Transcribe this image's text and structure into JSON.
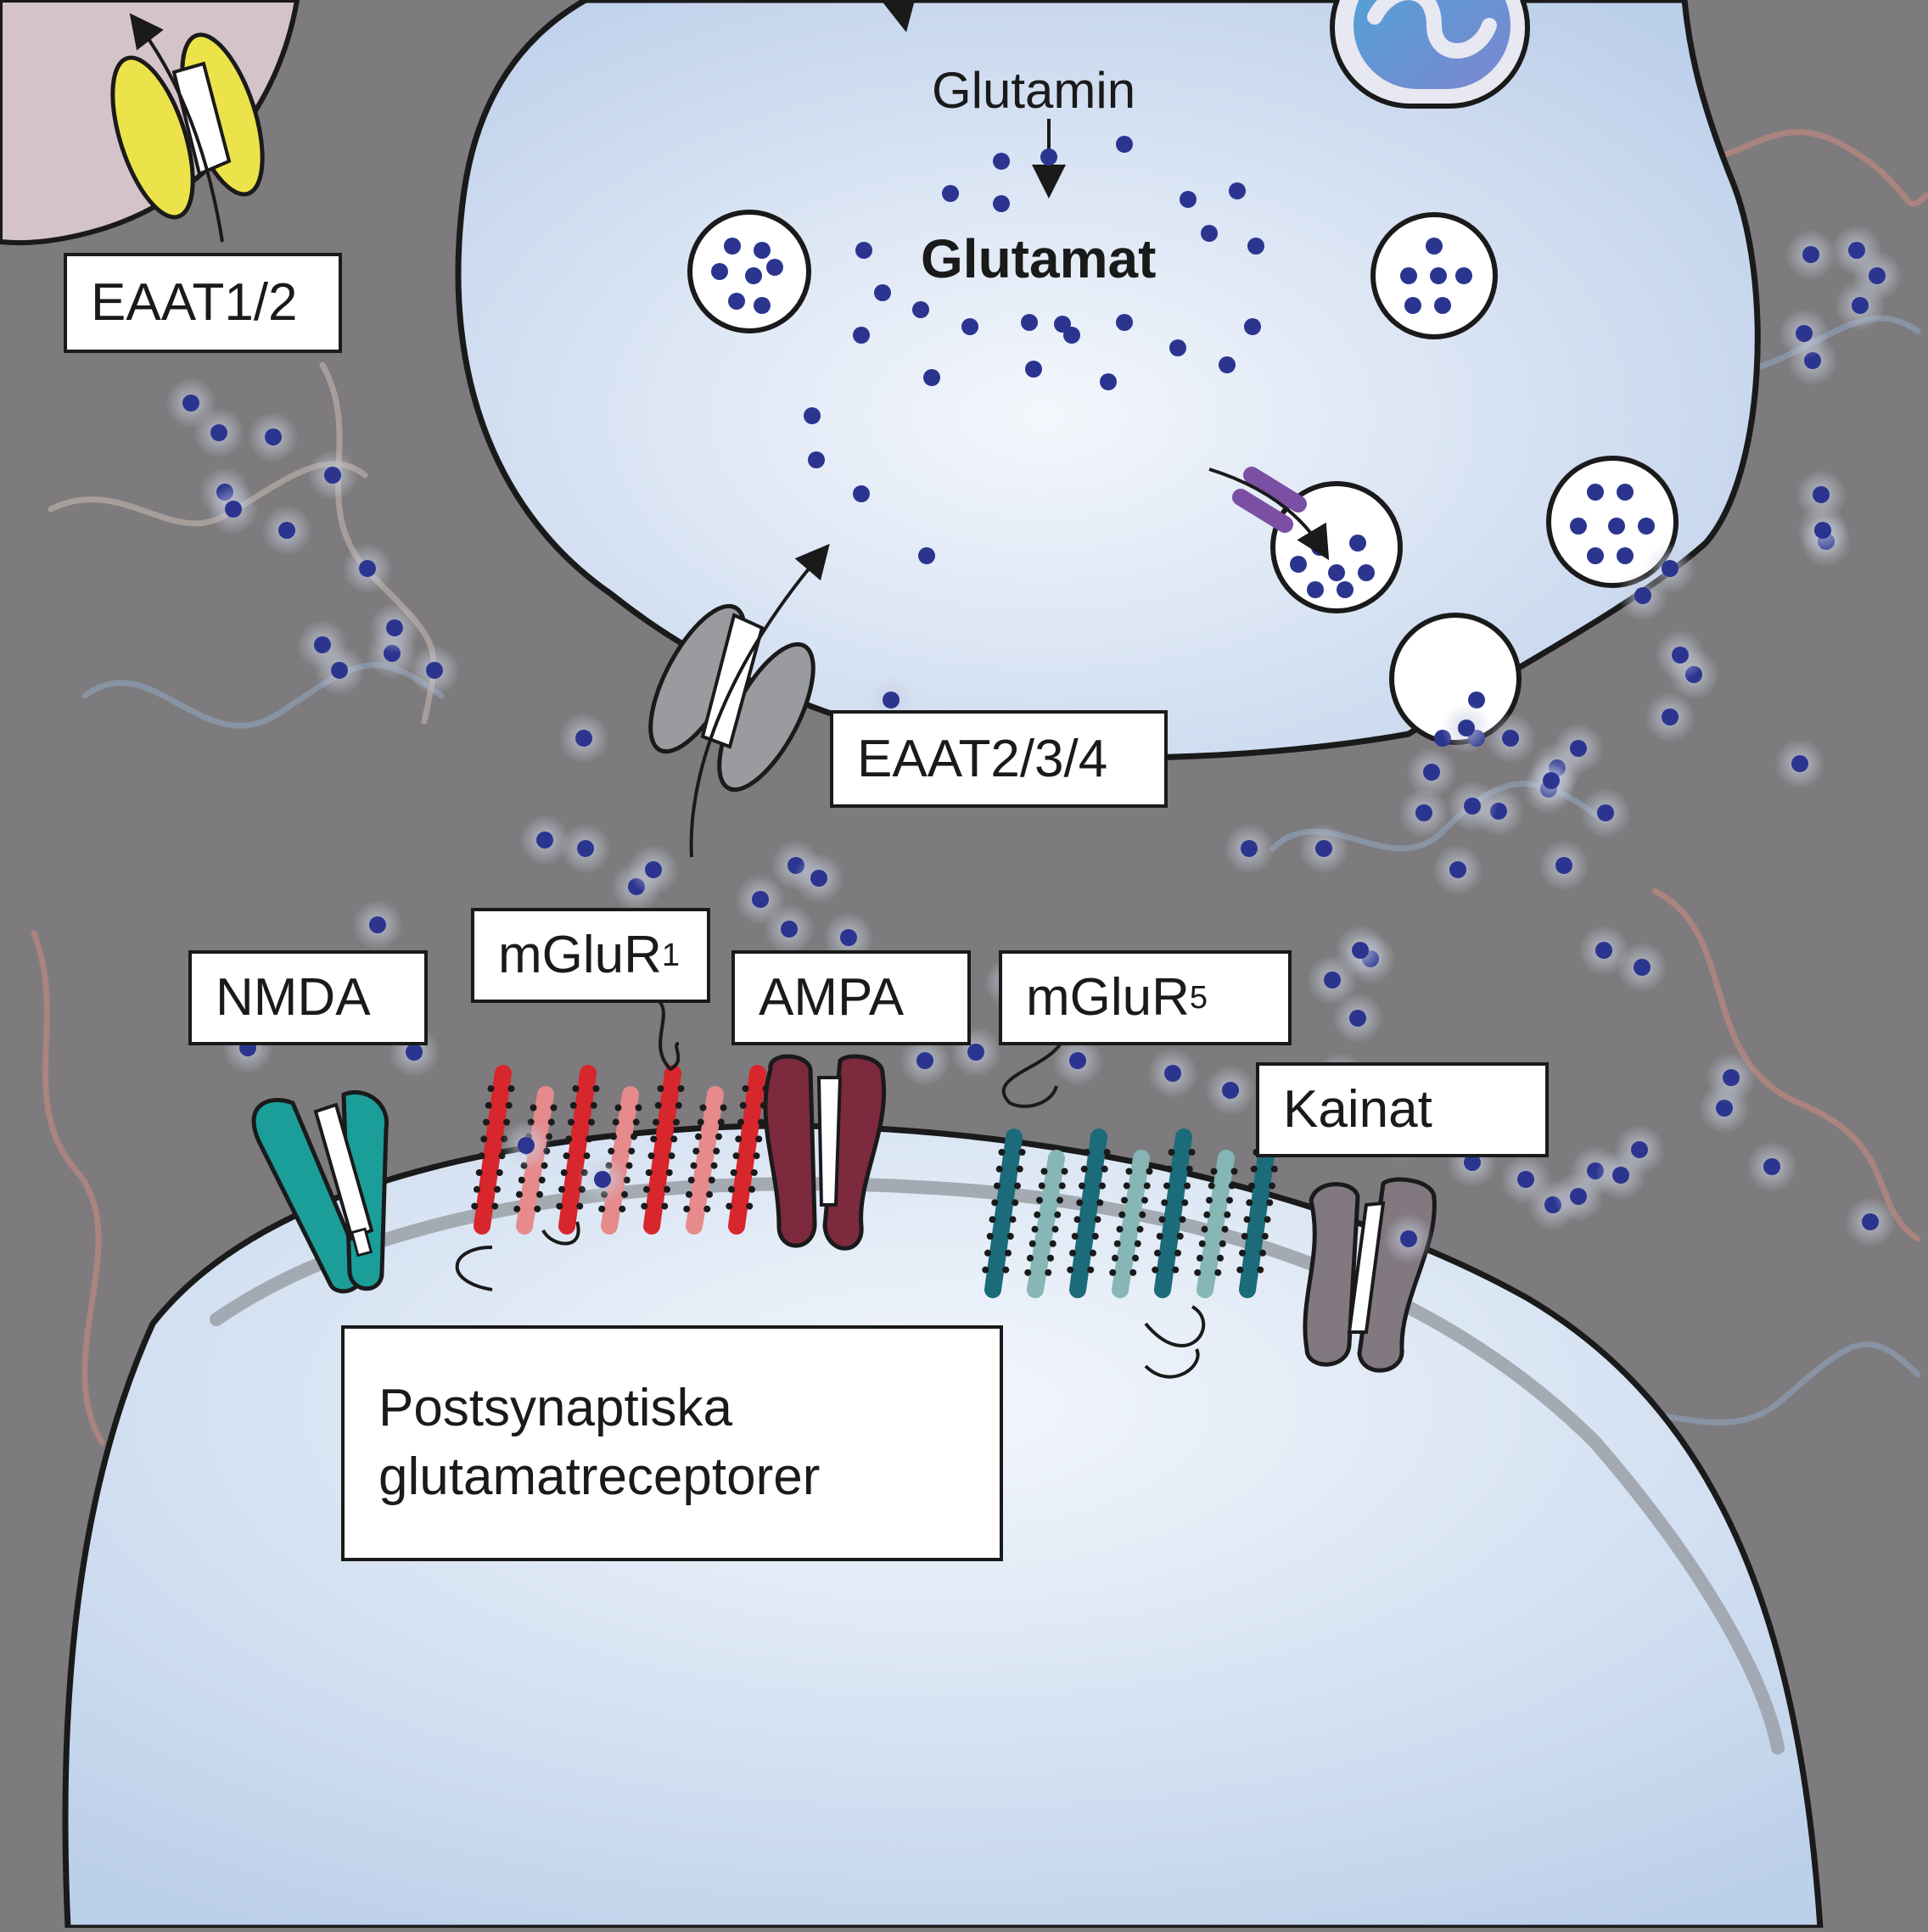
{
  "labels": {
    "glutamin": "Glutamin",
    "glutamat": "Glutamat",
    "eaat12": "EAAT1/2",
    "eaat234": "EAAT2/3/4",
    "nmda": "NMDA",
    "mglur1_base": "mGluR",
    "mglur1_sub": "1",
    "ampa": "AMPA",
    "mglur5_base": "mGluR",
    "mglur5_sub": "5",
    "kainat": "Kainat",
    "postsyn_line1": "Postsynaptiska",
    "postsyn_line2": "glutamatreceptorer"
  },
  "colors": {
    "background": "#7d7b7d",
    "presynaptic": "#c3d3ec",
    "postsynaptic": "#c5d6ee",
    "glutamate_dot": "#2b3590",
    "eaat12": "#ece34a",
    "eaat234": "#9a9b9e",
    "nmda": "#1b9e9a",
    "mglur1": "#d7262c",
    "ampa": "#7d2a3e",
    "mglur5": "#1b6b7a",
    "kainat": "#817880"
  }
}
